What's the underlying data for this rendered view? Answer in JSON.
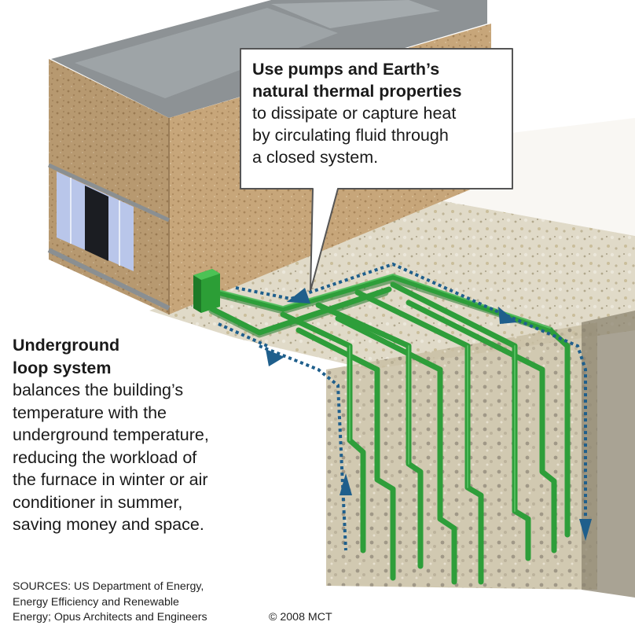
{
  "callout": {
    "heading_lines": [
      "Use pumps and Earth’s",
      "natural thermal properties"
    ],
    "body_lines": [
      "to dissipate or capture heat",
      "by circulating fluid through",
      "a closed system."
    ]
  },
  "loop_system": {
    "heading_lines": [
      "Underground",
      "loop system"
    ],
    "body_lines": [
      "balances the building’s",
      "temperature with the",
      "underground temperature,",
      "reducing the workload of",
      "the furnace in winter or air",
      "conditioner in summer,",
      "saving money and space."
    ]
  },
  "footer": {
    "sources_lines": [
      "SOURCES: US Department of Energy,",
      "Energy Efficiency and Renewable",
      "Energy; Opus Architects and Engineers"
    ],
    "copyright": "© 2008 MCT"
  },
  "colors": {
    "pipe": "#2e9e3a",
    "pipe_dark": "#1f7a2a",
    "pump_box": "#2c9e36",
    "flow_arrows": "#1f5f8c",
    "wall": "#c9a97f",
    "roof": "#8d9295",
    "ground": "#d9d0b8"
  },
  "icons": [
    "pump-box-icon",
    "flow-arrow-icon"
  ]
}
